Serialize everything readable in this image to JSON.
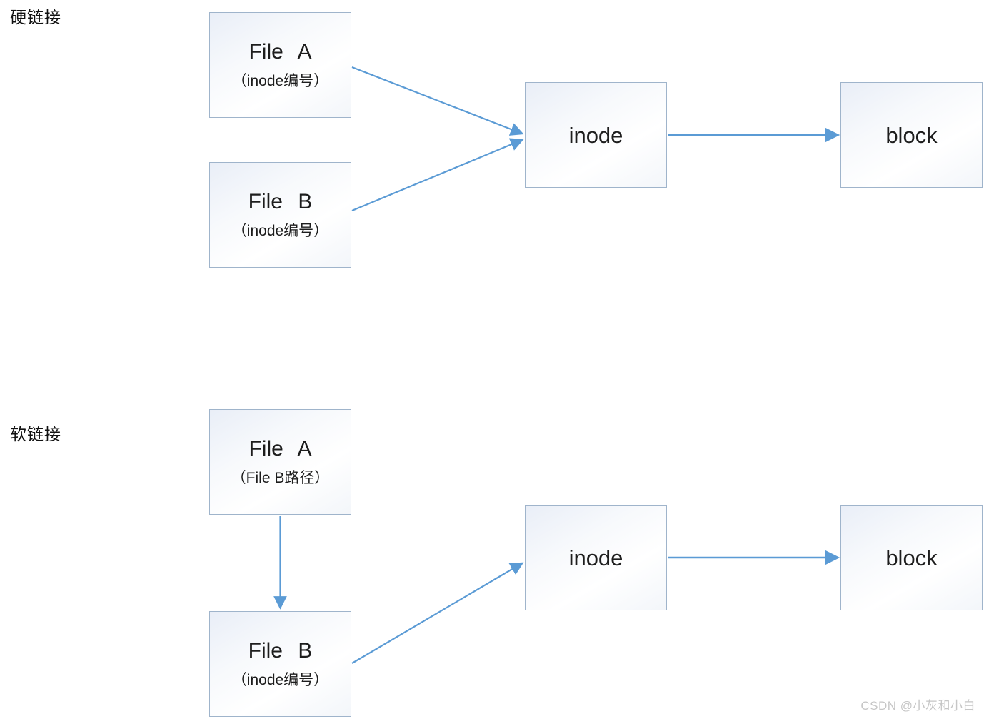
{
  "page": {
    "background": "#ffffff"
  },
  "colors": {
    "arrow": "#5b9bd5",
    "box_border": "#9fb4cb",
    "box_fill_top": "#e9eef7",
    "box_fill_bottom": "#ffffff",
    "text": "#1d1d1d",
    "watermark": "#c6c6c6"
  },
  "sections": [
    {
      "label": "硬链接",
      "nodes": {
        "file_a": {
          "title": "File A",
          "subtitle": "（inode编号）"
        },
        "file_b": {
          "title": "File B",
          "subtitle": "（inode编号）"
        },
        "inode": {
          "title": "inode"
        },
        "block": {
          "title": "block"
        }
      },
      "edges": [
        {
          "from": "File A",
          "to": "inode"
        },
        {
          "from": "File B",
          "to": "inode"
        },
        {
          "from": "inode",
          "to": "block"
        }
      ]
    },
    {
      "label": "软链接",
      "nodes": {
        "file_a": {
          "title": "File A",
          "subtitle": "（File B路径）"
        },
        "file_b": {
          "title": "File B",
          "subtitle": "（inode编号）"
        },
        "inode": {
          "title": "inode"
        },
        "block": {
          "title": "block"
        }
      },
      "edges": [
        {
          "from": "File A",
          "to": "File B"
        },
        {
          "from": "File B",
          "to": "inode"
        },
        {
          "from": "inode",
          "to": "block"
        }
      ]
    }
  ],
  "watermark": "CSDN @小灰和小白"
}
